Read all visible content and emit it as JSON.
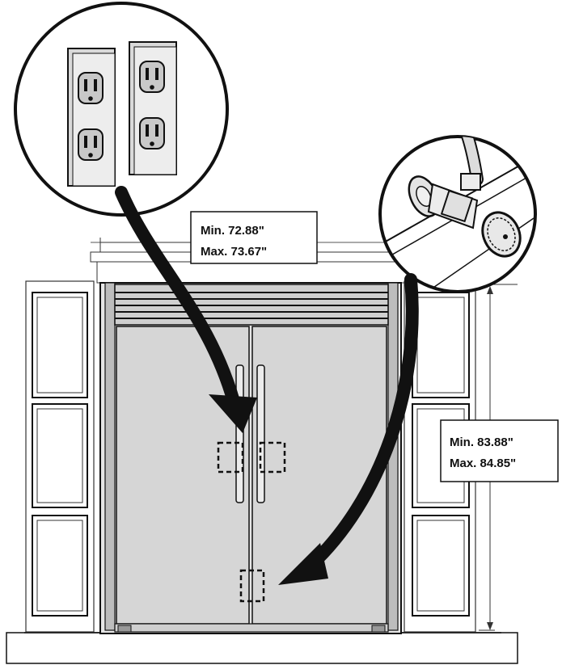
{
  "width_dimension": {
    "min_label": "Min. 72.88\"",
    "max_label": "Max. 73.67\""
  },
  "height_dimension": {
    "min_label": "Min. 83.88\"",
    "max_label": "Max. 84.85\""
  },
  "colors": {
    "outline": "#111111",
    "door_fill": "#d6d6d6",
    "arrow": "#111111",
    "background": "#ffffff"
  },
  "icons": [
    "electrical-outlet-icon",
    "water-shutoff-valve-icon"
  ]
}
